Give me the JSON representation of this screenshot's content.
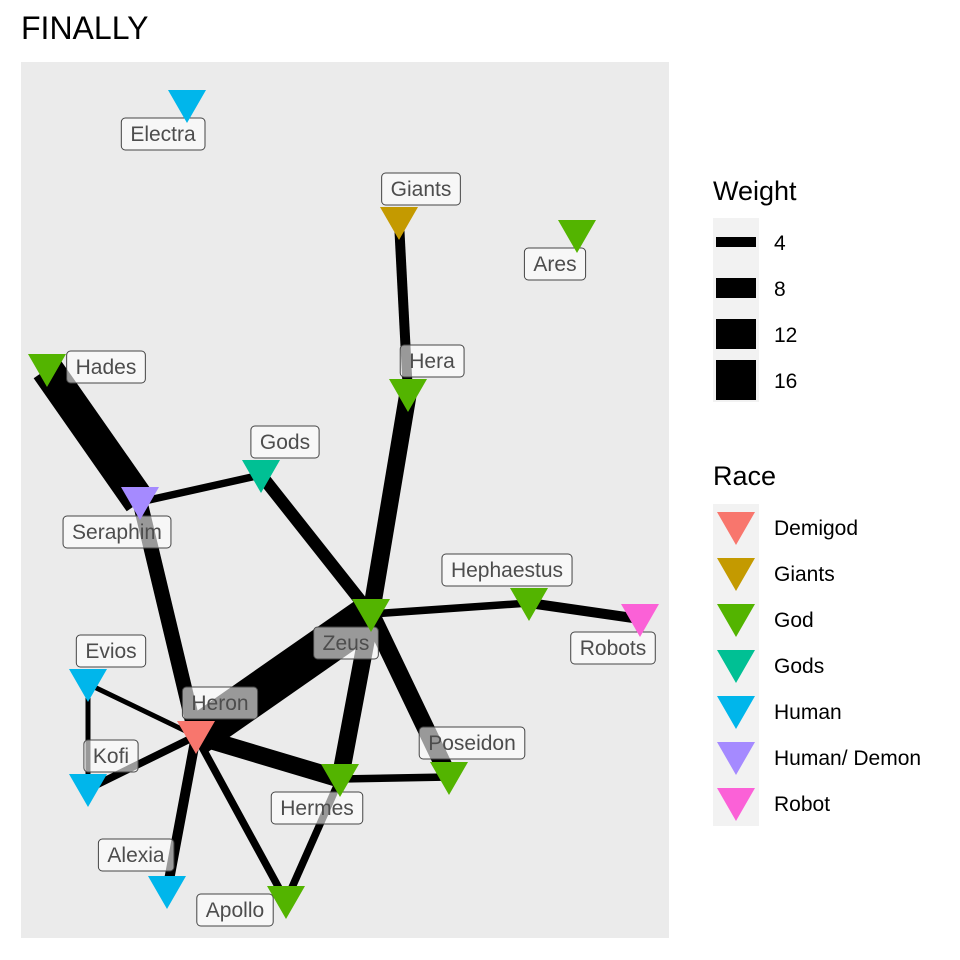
{
  "title": "FINALLY",
  "graph": {
    "nodes": [
      {
        "id": "Electra",
        "label": "Electra",
        "race": "Human"
      },
      {
        "id": "Giants",
        "label": "Giants",
        "race": "Giants"
      },
      {
        "id": "Ares",
        "label": "Ares",
        "race": "God"
      },
      {
        "id": "Hades",
        "label": "Hades",
        "race": "God"
      },
      {
        "id": "Hera",
        "label": "Hera",
        "race": "God"
      },
      {
        "id": "Gods",
        "label": "Gods",
        "race": "Gods"
      },
      {
        "id": "Seraphim",
        "label": "Seraphim",
        "race": "Human/ Demon"
      },
      {
        "id": "Hephaestus",
        "label": "Hephaestus",
        "race": "God"
      },
      {
        "id": "Zeus",
        "label": "Zeus",
        "race": "God"
      },
      {
        "id": "Robots",
        "label": "Robots",
        "race": "Robot"
      },
      {
        "id": "Evios",
        "label": "Evios",
        "race": "Human"
      },
      {
        "id": "Heron",
        "label": "Heron",
        "race": "Demigod"
      },
      {
        "id": "Kofi",
        "label": "Kofi",
        "race": "Human"
      },
      {
        "id": "Poseidon",
        "label": "Poseidon",
        "race": "God"
      },
      {
        "id": "Hermes",
        "label": "Hermes",
        "race": "God"
      },
      {
        "id": "Alexia",
        "label": "Alexia",
        "race": "Human"
      },
      {
        "id": "Apollo",
        "label": "Apollo",
        "race": "God"
      }
    ],
    "edges": [
      {
        "from": "Giants",
        "to": "Hera",
        "weight": 4
      },
      {
        "from": "Hera",
        "to": "Zeus",
        "weight": 7
      },
      {
        "from": "Hades",
        "to": "Seraphim",
        "weight": 13
      },
      {
        "from": "Seraphim",
        "to": "Gods",
        "weight": 3
      },
      {
        "from": "Gods",
        "to": "Zeus",
        "weight": 5
      },
      {
        "from": "Seraphim",
        "to": "Heron",
        "weight": 6
      },
      {
        "from": "Zeus",
        "to": "Hephaestus",
        "weight": 3
      },
      {
        "from": "Hephaestus",
        "to": "Robots",
        "weight": 4
      },
      {
        "from": "Zeus",
        "to": "Heron",
        "weight": 16
      },
      {
        "from": "Zeus",
        "to": "Hermes",
        "weight": 7
      },
      {
        "from": "Zeus",
        "to": "Poseidon",
        "weight": 7
      },
      {
        "from": "Heron",
        "to": "Hermes",
        "weight": 7
      },
      {
        "from": "Hermes",
        "to": "Poseidon",
        "weight": 3
      },
      {
        "from": "Hermes",
        "to": "Apollo",
        "weight": 3
      },
      {
        "from": "Heron",
        "to": "Apollo",
        "weight": 3
      },
      {
        "from": "Heron",
        "to": "Alexia",
        "weight": 4
      },
      {
        "from": "Heron",
        "to": "Evios",
        "weight": 2
      },
      {
        "from": "Heron",
        "to": "Kofi",
        "weight": 3
      },
      {
        "from": "Evios",
        "to": "Kofi",
        "weight": 2
      }
    ]
  },
  "legend": {
    "weight": {
      "title": "Weight",
      "values": [
        4,
        8,
        12,
        16
      ]
    },
    "race": {
      "title": "Race",
      "items": [
        {
          "label": "Demigod",
          "color": "#F8766D"
        },
        {
          "label": "Giants",
          "color": "#C49A00"
        },
        {
          "label": "God",
          "color": "#53B400"
        },
        {
          "label": "Gods",
          "color": "#00C094"
        },
        {
          "label": "Human",
          "color": "#00B6EB"
        },
        {
          "label": "Human/ Demon",
          "color": "#A58AFF"
        },
        {
          "label": "Robot",
          "color": "#FB61D7"
        }
      ]
    }
  }
}
